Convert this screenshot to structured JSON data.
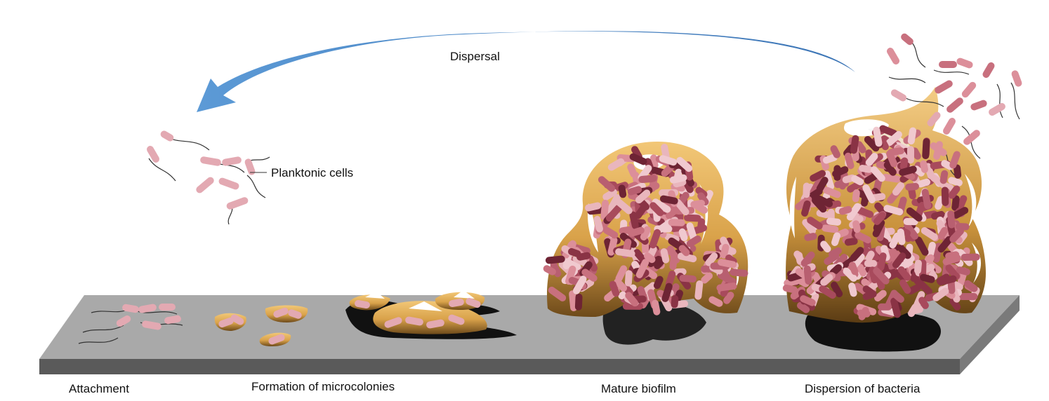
{
  "labels": {
    "dispersal": "Dispersal",
    "planktonic": "Planktonic cells",
    "attachment": "Attachment",
    "microcolonies": "Formation of microcolonies",
    "mature": "Mature biofilm",
    "dispersion": "Dispersion of bacteria"
  },
  "colors": {
    "arrow": "#4a86c5",
    "substrate_top": "#a9a9a9",
    "substrate_front": "#555555",
    "matrix": "#e8b55c",
    "cell_light": "#e7b0b8",
    "cell_dark": "#7a2a3a",
    "shadow": "#111111"
  }
}
